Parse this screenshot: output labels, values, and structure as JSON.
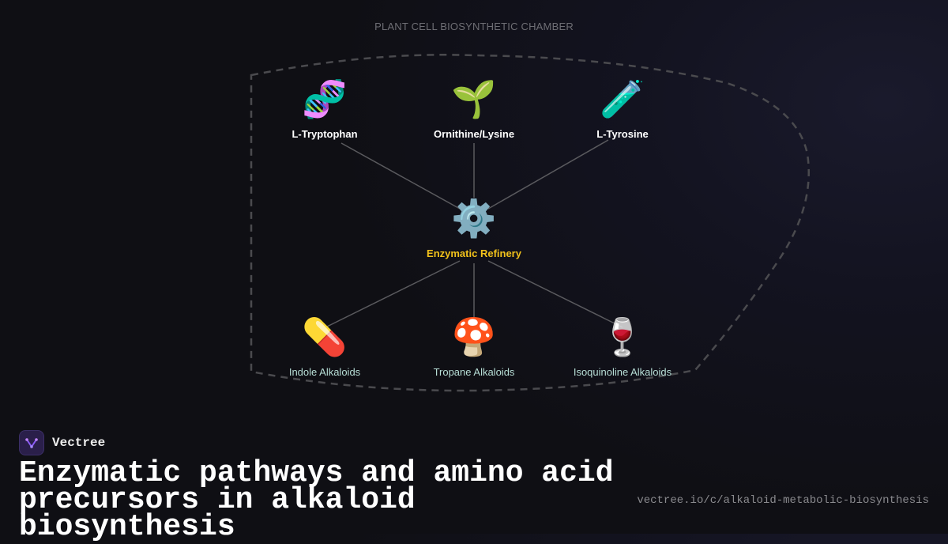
{
  "diagram": {
    "chamber_label": "PLANT CELL BIOSYNTHETIC CHAMBER",
    "precursors": [
      {
        "label": "L-Tryptophan",
        "icon": "dna-icon",
        "glyph": "🧬"
      },
      {
        "label": "Ornithine/Lysine",
        "icon": "seedling-icon",
        "glyph": "🌱"
      },
      {
        "label": "L-Tyrosine",
        "icon": "test-tube-icon",
        "glyph": "🧪"
      }
    ],
    "hub": {
      "label": "Enzymatic Refinery",
      "icon": "gear-icon",
      "glyph": "⚙️"
    },
    "products": [
      {
        "label": "Indole Alkaloids",
        "icon": "pill-icon",
        "glyph": "💊"
      },
      {
        "label": "Tropane Alkaloids",
        "icon": "mushroom-icon",
        "glyph": "🍄"
      },
      {
        "label": "Isoquinoline Alkaloids",
        "icon": "wine-glass-icon",
        "glyph": "🍷"
      }
    ],
    "colors": {
      "precursor_label": "#ffffff",
      "hub_label": "#f2c21b",
      "product_label": "#b7ded6",
      "edge": "#5a5a5e",
      "chamber_outline": "#4a4a4e"
    }
  },
  "footer": {
    "brand": "Vectree",
    "headline": "Enzymatic pathways and amino acid precursors in alkaloid biosynthesis",
    "url": "vectree.io/c/alkaloid-metabolic-biosynthesis"
  }
}
